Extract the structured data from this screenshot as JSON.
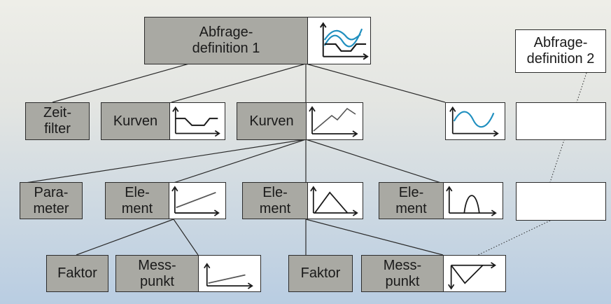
{
  "colors": {
    "label_fill": "#a9a9a3",
    "line": "#2b2b2b",
    "curve_accent": "#1f8fbf"
  },
  "nodes": {
    "abfrage1": {
      "label": "Abfrage-\ndefinition 1",
      "icon": "dual-curve-chart-icon"
    },
    "abfrage2": {
      "label": "Abfrage-\ndefinition 2"
    },
    "zeitfilter": {
      "label": "Zeit-\nfilter"
    },
    "kurven1": {
      "label": "Kurven",
      "icon": "trough-curve-icon"
    },
    "kurven2": {
      "label": "Kurven",
      "icon": "rising-curve-icon"
    },
    "wave": {
      "icon": "wave-curve-icon"
    },
    "parameter": {
      "label": "Para-\nmeter"
    },
    "element1": {
      "label": "Ele-\nment",
      "icon": "ramp-line-icon"
    },
    "element2": {
      "label": "Ele-\nment",
      "icon": "triangle-peak-icon"
    },
    "element3": {
      "label": "Ele-\nment",
      "icon": "bell-peak-icon"
    },
    "faktor1": {
      "label": "Faktor"
    },
    "messpunkt1": {
      "label": "Mess-\npunkt",
      "icon": "slope-line-icon"
    },
    "faktor2": {
      "label": "Faktor"
    },
    "messpunkt2": {
      "label": "Mess-\npunkt",
      "icon": "inverted-triangle-icon"
    }
  }
}
